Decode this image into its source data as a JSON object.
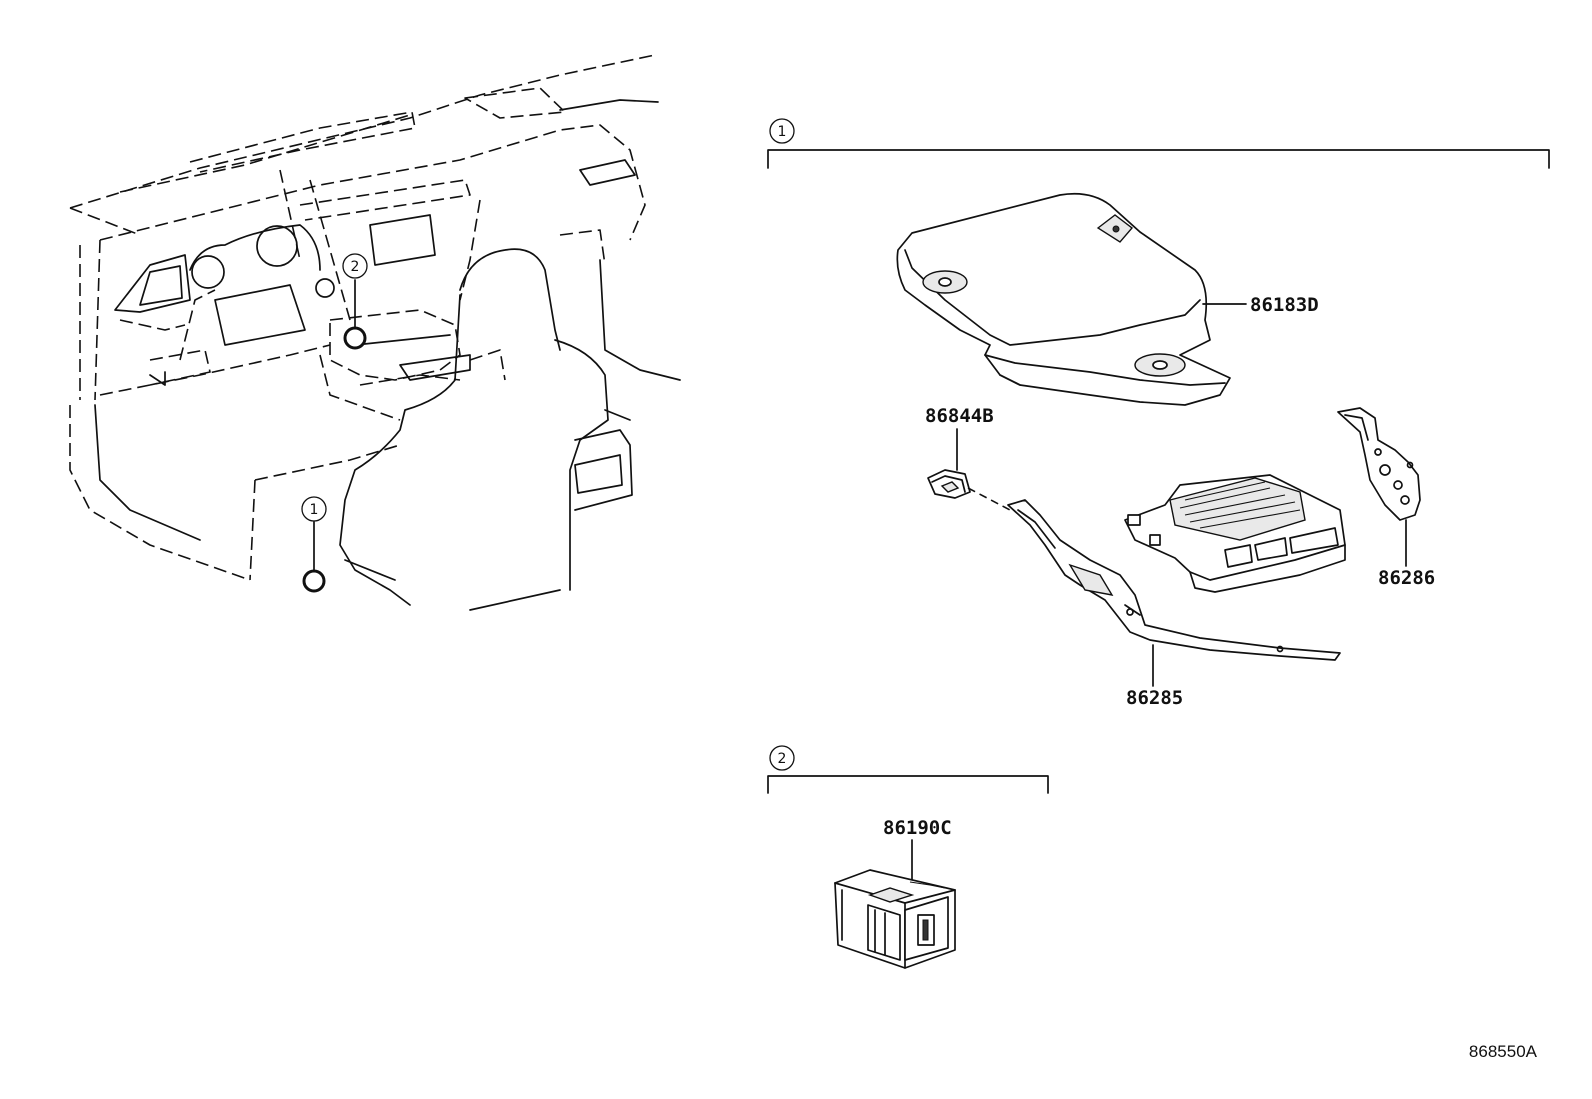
{
  "callouts": {
    "group_1": "1",
    "group_2": "2"
  },
  "parts": {
    "cover": "86183D",
    "clip": "86844B",
    "bracket_long": "86285",
    "bracket_short": "86286",
    "usb_socket": "86190C"
  },
  "diagram_ref": "868550A"
}
